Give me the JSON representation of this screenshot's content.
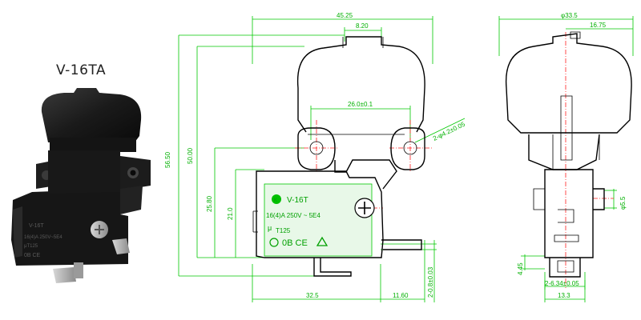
{
  "product": {
    "title": "V-16TA"
  },
  "photo": {
    "label_lines": [
      "V-16T",
      "16(4)A 250V~5E4",
      "μT125",
      "0B CE"
    ]
  },
  "front_view": {
    "dims": {
      "overall_width": "45.25",
      "top_tab": "8.20",
      "hole_spacing": "26.0±0.1",
      "hole_dia": "2-φ4.2±0.05",
      "height_total": "56.50",
      "height_body": "50.00",
      "height_switch": "25.80",
      "height_lower": "21.0",
      "bottom_left": "32.5",
      "bottom_right": "11.60",
      "terminal": "2-0.8±0.03"
    },
    "label": {
      "model": "V-16T",
      "rating": "16(4)A 250V ~ 5E4",
      "temp": "T125",
      "micro": "μ",
      "marks": "0B CE"
    }
  },
  "side_view": {
    "dims": {
      "diameter": "φ33.5",
      "half_width": "16.75",
      "stud": "φ5.5",
      "offset": "4.45",
      "terminals": "2-6.34±0.05",
      "bottom": "13.3"
    }
  },
  "colors": {
    "dimension": "#00c800",
    "outline": "#000000",
    "centerline": "#ff2020",
    "label_bg": "#e8f8e8",
    "label_text": "#00a000"
  }
}
